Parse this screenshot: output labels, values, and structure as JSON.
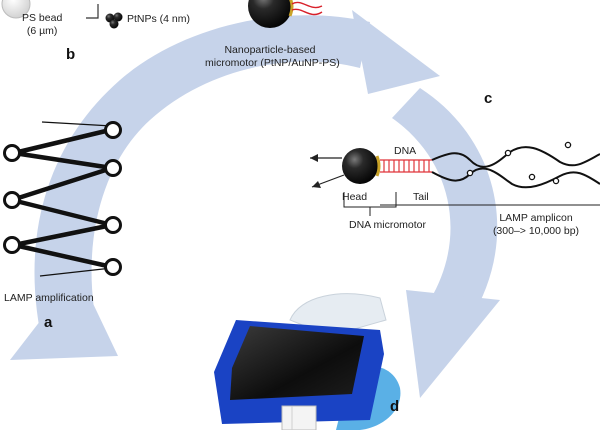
{
  "panels": {
    "a": "a",
    "b": "b",
    "c": "c",
    "d": "d"
  },
  "panel_b": {
    "ps_bead_line1": "PS bead",
    "ps_bead_line2": "(6 µm)",
    "ptnps": "PtNPs (4 nm)",
    "micromotor_line1": "Nanoparticle-based",
    "micromotor_line2": "micromotor (PtNP/AuNP-PS)"
  },
  "panel_c": {
    "dna": "DNA",
    "head": "Head",
    "tail": "Tail",
    "dna_micromotor": "DNA micromotor",
    "amplicon_line1": "LAMP amplicon",
    "amplicon_line2": "(300–> 10,000 bp)"
  },
  "panel_a": {
    "lamp_amplification": "LAMP amplification"
  },
  "colors": {
    "arrow": "#c6d3ea",
    "bead": "#1c1c1c",
    "gold": "#c9a227",
    "dna_ladder": "#e0353b",
    "tail_red": "#d8202a",
    "device_blue": "#1a43c4",
    "glove": "#dfeaf4",
    "glove_blue": "#5ab0e6"
  }
}
